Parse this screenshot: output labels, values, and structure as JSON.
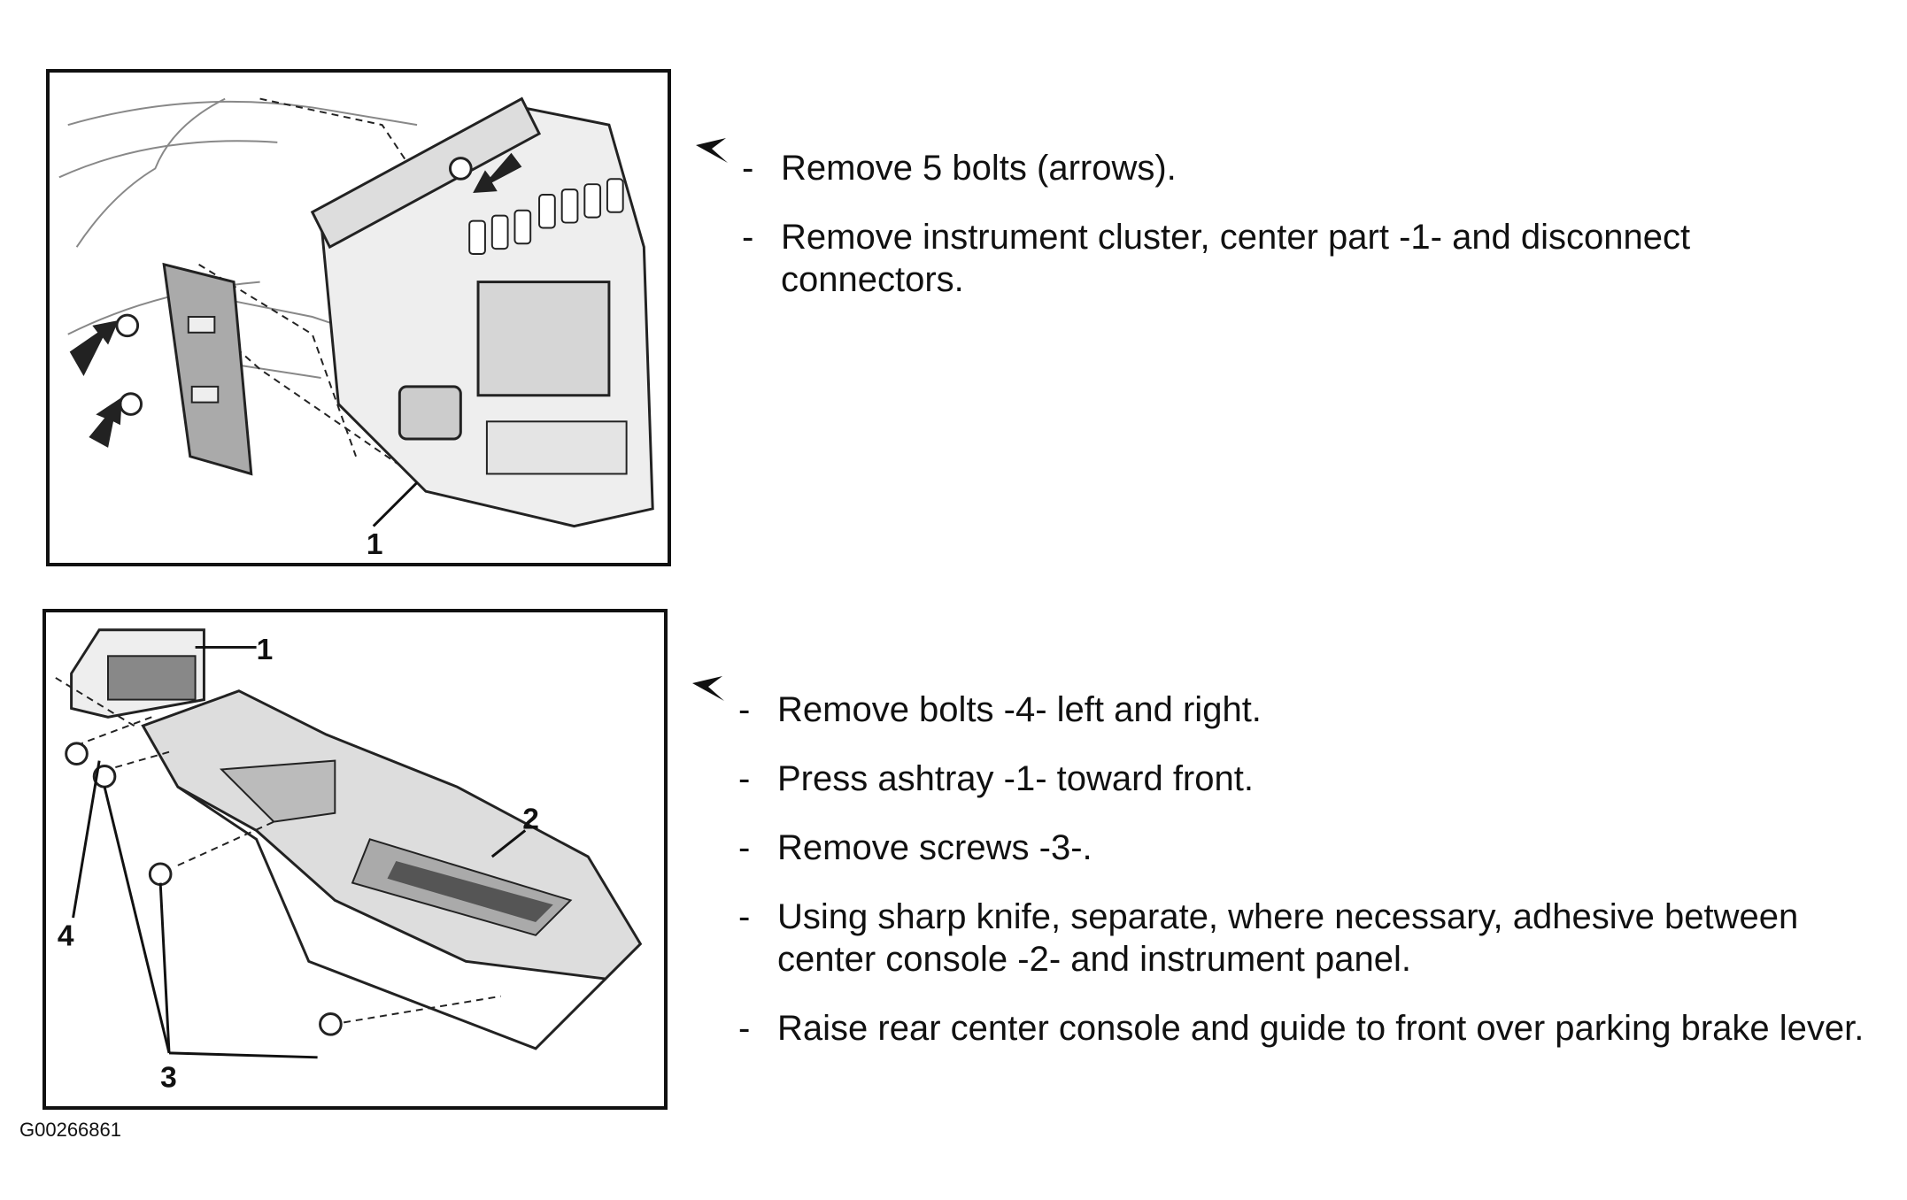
{
  "section1": {
    "callouts": [
      "1"
    ],
    "steps": [
      {
        "dash": "-",
        "text": "Remove 5 bolts (arrows)."
      },
      {
        "dash": "-",
        "text": "Remove instrument cluster, center part -1- and disconnect connectors."
      }
    ]
  },
  "section2": {
    "callouts": [
      "1",
      "2",
      "3",
      "4"
    ],
    "steps": [
      {
        "dash": "-",
        "text": "Remove bolts -4- left and right."
      },
      {
        "dash": "-",
        "text": "Press ashtray -1- toward front."
      },
      {
        "dash": "-",
        "text": "Remove screws -3-."
      },
      {
        "dash": "-",
        "text": "Using sharp knife, separate, where necessary, adhesive between center console -2- and instrument panel."
      },
      {
        "dash": "-",
        "text": "Raise rear center console and guide to front over parking brake lever."
      }
    ]
  },
  "figure_id": "G00266861",
  "icons": {
    "step_pointer": "arrowhead-icon",
    "bolt_arrow": "arrow-icon"
  }
}
